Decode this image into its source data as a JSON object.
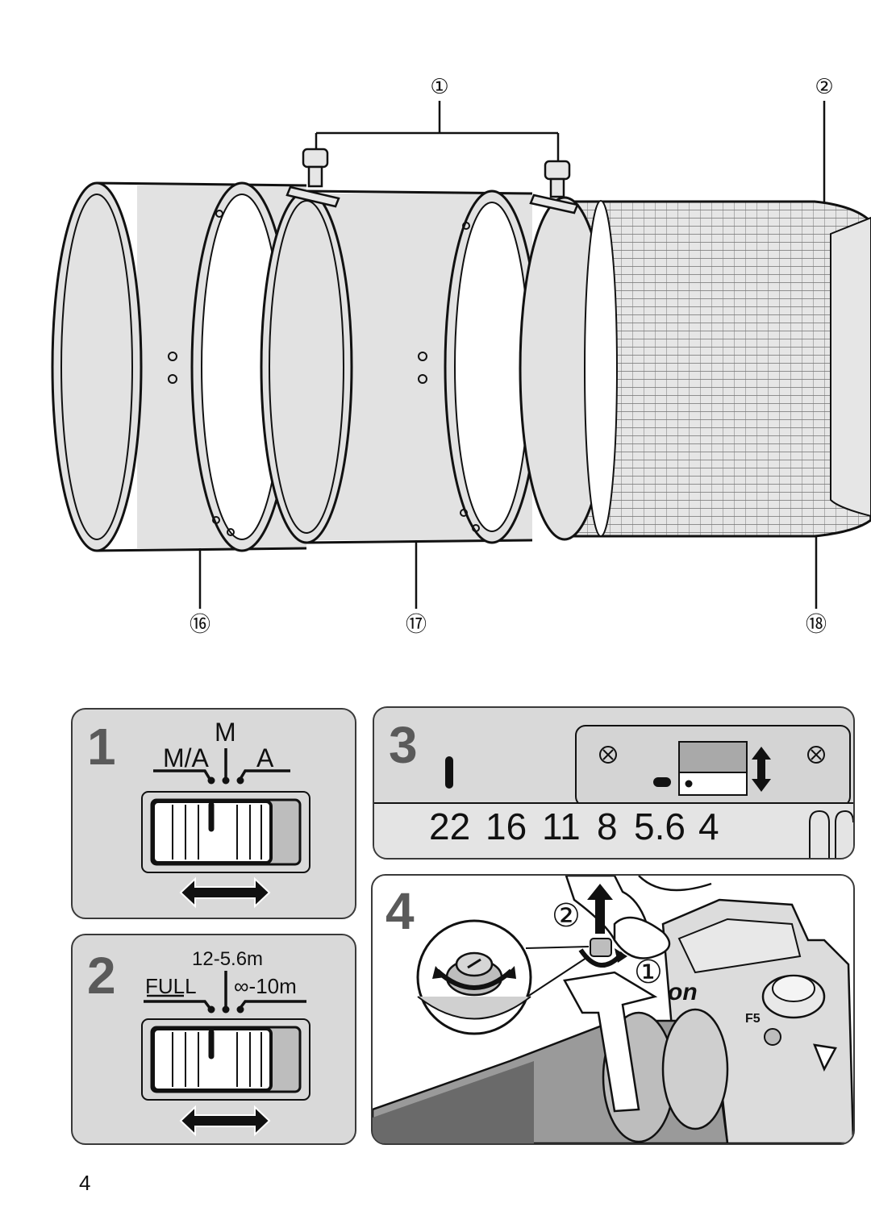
{
  "callouts": {
    "c1": "①",
    "c2": "②",
    "c16": "⑯",
    "c17": "⑰",
    "c18": "⑱"
  },
  "panel1": {
    "number": "1",
    "label_m": "M",
    "label_ma": "M/A",
    "label_a": "A"
  },
  "panel2": {
    "number": "2",
    "label_range": "12-5.6m",
    "label_full": "FULL",
    "label_inf": "∞-10m"
  },
  "panel3": {
    "number": "3",
    "apertures": [
      "22",
      "16",
      "11",
      "8",
      "5.6",
      "4"
    ]
  },
  "panel4": {
    "number": "4",
    "step1": "①",
    "step2": "②",
    "brand_fragment": "on",
    "camera_model": "F5"
  },
  "page_number": "4",
  "colors": {
    "panel_bg": "#d9d9d9",
    "lens_gray": "#e2e2e2",
    "ink": "#111111"
  }
}
